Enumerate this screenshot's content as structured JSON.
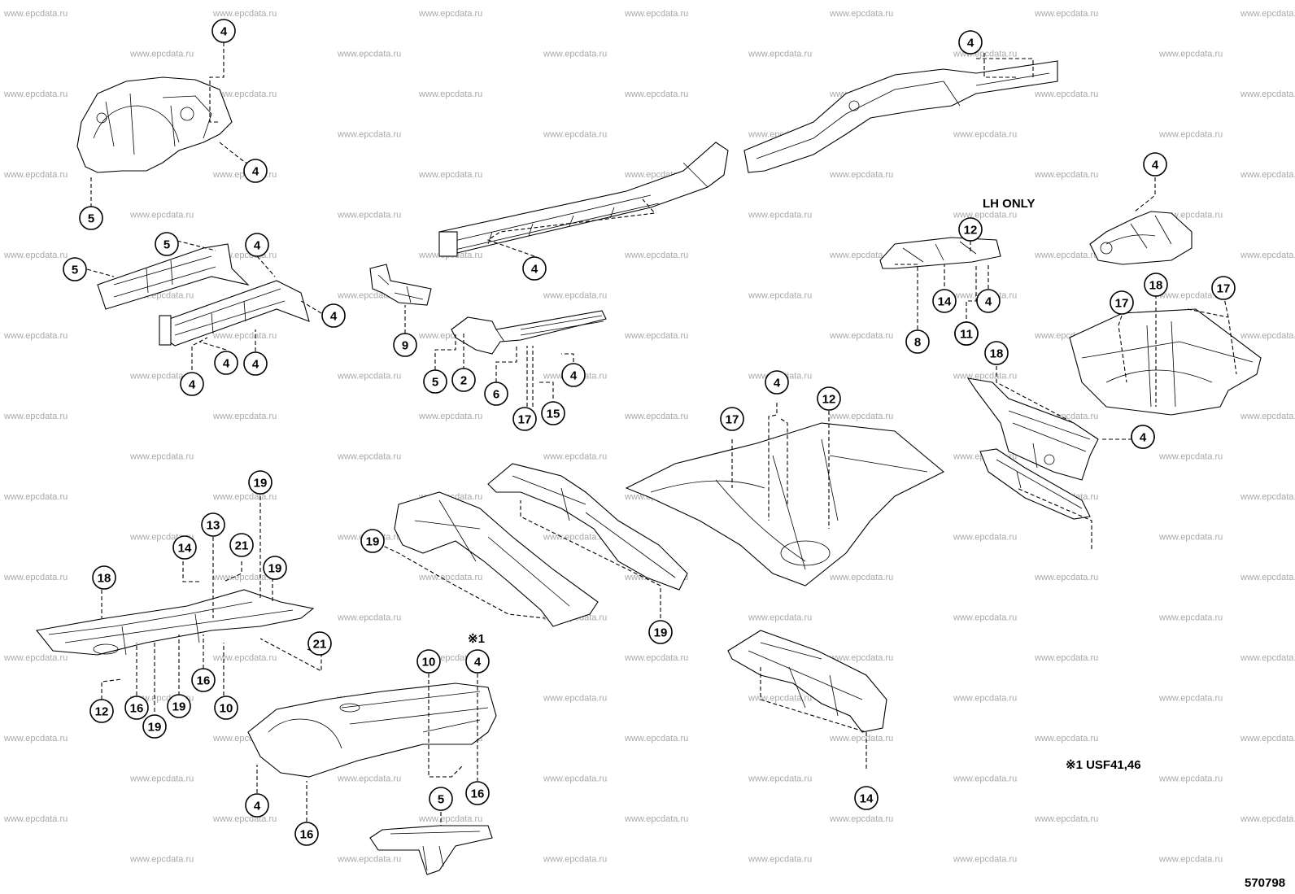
{
  "watermark": "www.epcdata.ru",
  "diagram_id": "570798",
  "note_marker": "※1",
  "footnote": "※1 USF41,46",
  "lh_only_label": "LH ONLY",
  "callouts": [
    "4",
    "4",
    "5",
    "5",
    "5",
    "4",
    "4",
    "4",
    "4",
    "4",
    "4",
    "9",
    "5",
    "2",
    "6",
    "4",
    "17",
    "15",
    "4",
    "4",
    "4",
    "17",
    "18",
    "17",
    "18",
    "4",
    "4",
    "17",
    "12",
    "19",
    "19",
    "14",
    "14",
    "13",
    "21",
    "19",
    "18",
    "19",
    "21",
    "12",
    "16",
    "19",
    "16",
    "10",
    "19",
    "10",
    "4",
    "4",
    "16",
    "16",
    "5",
    "12",
    "14",
    "4",
    "8",
    "5",
    "11",
    "11"
  ]
}
